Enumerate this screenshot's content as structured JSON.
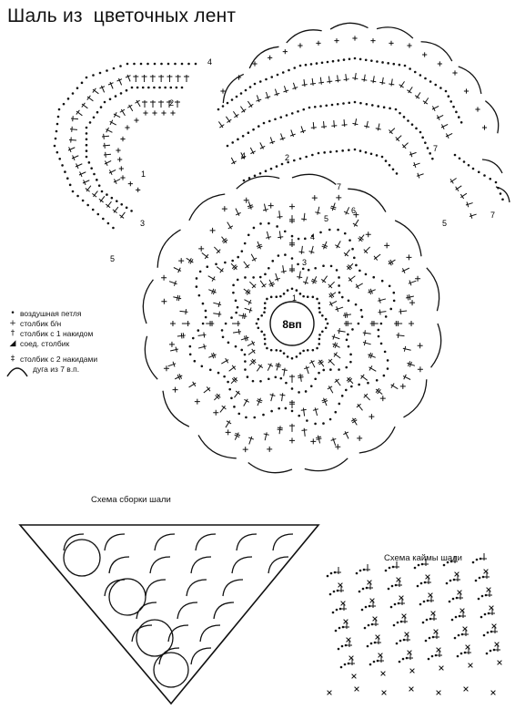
{
  "title": "Шаль из  цветочных лент",
  "center_label": "8вп",
  "legend": [
    {
      "symbol": "•",
      "icon": "dot-icon",
      "label": "воздушная петля"
    },
    {
      "symbol": "+",
      "icon": "plus-icon",
      "label": "столбик б/н"
    },
    {
      "symbol": "†",
      "icon": "dagger-icon",
      "label": "столбик с 1 накидом"
    },
    {
      "symbol": "◢",
      "icon": "slip-stitch-icon",
      "label": "соед. столбик"
    },
    {
      "symbol": "‡",
      "icon": "double-dagger-icon",
      "label": "столбик с 2 накидами"
    }
  ],
  "legend_arc_label": "дуга из 7 в.п.",
  "assembly_caption": "Схема сборки шали",
  "edging_caption": "Схема каймы шали",
  "round_numbers": {
    "flower": [
      "1",
      "3",
      "4",
      "5",
      "6",
      "7"
    ],
    "left_ribbon": [
      "1",
      "2",
      "3",
      "4",
      "5"
    ],
    "top_ribbon": [
      "2",
      "4",
      "7"
    ],
    "right_side": [
      "5",
      "7"
    ]
  }
}
